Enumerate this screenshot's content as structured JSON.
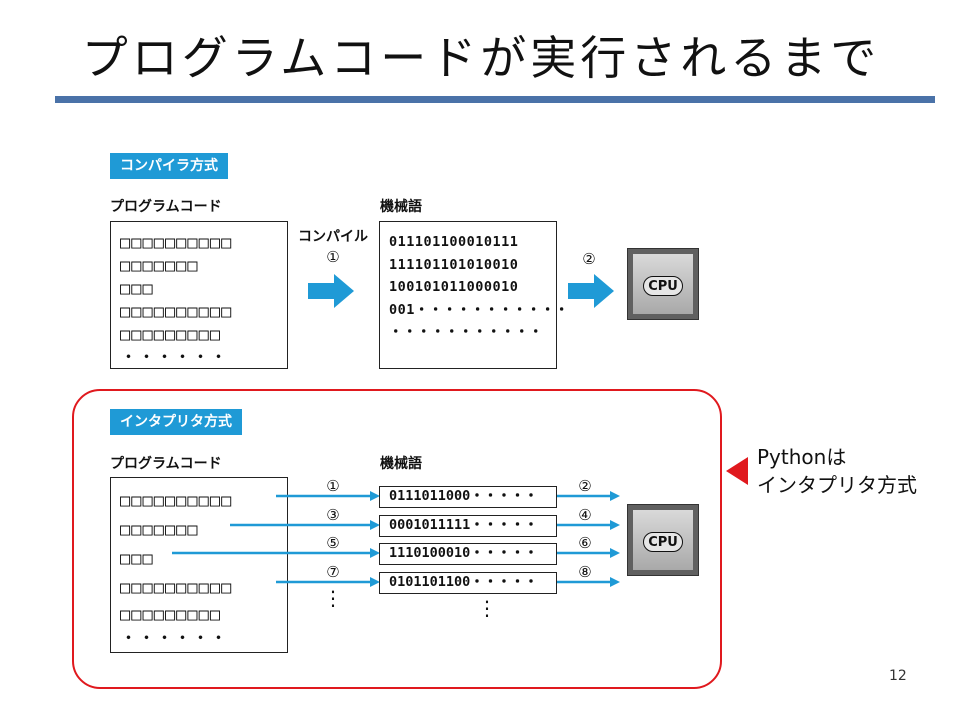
{
  "slide": {
    "title": "プログラムコードが実行されるまで",
    "page_number": "12"
  },
  "compiler": {
    "tag": "コンパイラ方式",
    "code_header": "プログラムコード",
    "code_lines": [
      "□□□□□□□□□□",
      "□□□□□□□",
      "□□□",
      "□□□□□□□□□□",
      "□□□□□□□□□",
      "・・・・・・"
    ],
    "compile_label": "コンパイル",
    "step1": "①",
    "machine_header": "機械語",
    "machine_lines": [
      "011101100010111",
      "111101101010010",
      "100101011000010",
      "001・・・・・・・・・・・",
      "・・・・・・・・・・・"
    ],
    "step2": "②",
    "cpu_label": "CPU"
  },
  "interpreter": {
    "tag": "インタプリタ方式",
    "code_header": "プログラムコード",
    "code_lines": [
      "□□□□□□□□□□",
      "□□□□□□□",
      "□□□",
      "□□□□□□□□□□",
      "□□□□□□□□□",
      "・・・・・・"
    ],
    "machine_header": "機械語",
    "rows": [
      {
        "in_step": "①",
        "machine": "0111011000・・・・・",
        "out_step": "②"
      },
      {
        "in_step": "③",
        "machine": "0001011111・・・・・",
        "out_step": "④"
      },
      {
        "in_step": "⑤",
        "machine": "1110100010・・・・・",
        "out_step": "⑥"
      },
      {
        "in_step": "⑦",
        "machine": "0101101100・・・・・",
        "out_step": "⑧"
      }
    ],
    "vdots": "⋮",
    "cpu_label": "CPU"
  },
  "note": {
    "line1": "Pythonは",
    "line2": "インタプリタ方式"
  },
  "colors": {
    "accent_bar": "#4a72a8",
    "tag_blue": "#1f9ad6",
    "arrow_blue": "#1f9ad6",
    "highlight_red": "#e0191e"
  }
}
